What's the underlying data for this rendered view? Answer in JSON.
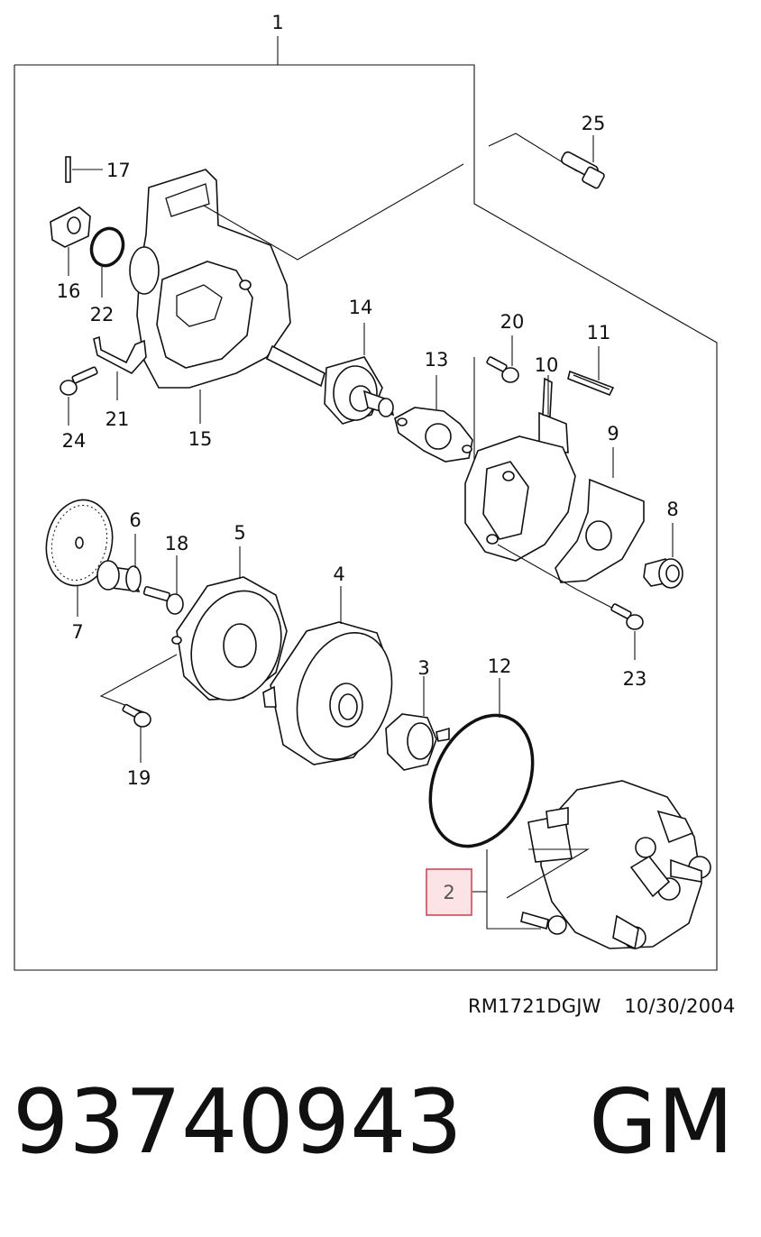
{
  "diagram": {
    "assembly_callout": "1",
    "selected_callout": "2",
    "selected_highlight_color": "#fbe3e6",
    "selected_border_color": "#d63a4a",
    "callouts": {
      "c3": "3",
      "c4": "4",
      "c5": "5",
      "c6": "6",
      "c7": "7",
      "c8": "8",
      "c9": "9",
      "c10": "10",
      "c11": "11",
      "c12": "12",
      "c13": "13",
      "c14": "14",
      "c15": "15",
      "c16": "16",
      "c17": "17",
      "c18": "18",
      "c19": "19",
      "c20": "20",
      "c21": "21",
      "c22": "22",
      "c23": "23",
      "c24": "24",
      "c25": "25"
    }
  },
  "footer": {
    "drawing_code": "RM1721DGJW",
    "drawing_date": "10/30/2004",
    "part_number": "93740943",
    "brand": "GM"
  }
}
